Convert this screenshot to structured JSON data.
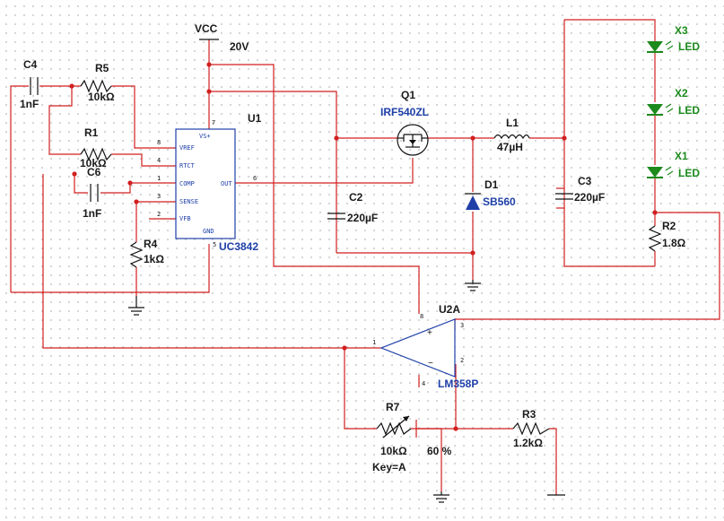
{
  "colors": {
    "wire": "#d21f1f",
    "ic": "#1e3fa8",
    "led": "#1c8a1c",
    "text": "#1a1a1a",
    "grid": "#c8c8c8"
  },
  "supply": {
    "name": "VCC",
    "value": "20V"
  },
  "u1": {
    "ref": "U1",
    "part": "UC3842",
    "pins": {
      "vs": "VS+",
      "vref": "VREF",
      "rtct": "RTCT",
      "comp": "COMP",
      "out": "OUT",
      "sense": "SENSE",
      "vfb": "VFB",
      "gnd": "GND"
    },
    "pin_numbers": {
      "vs": "7",
      "vref": "8",
      "rtct": "4",
      "comp": "1",
      "out": "6",
      "sense": "3",
      "vfb": "2",
      "gnd": "5"
    }
  },
  "q1": {
    "ref": "Q1",
    "part": "IRF540ZL"
  },
  "l1": {
    "ref": "L1",
    "value": "47µH"
  },
  "d1": {
    "ref": "D1",
    "part": "SB560"
  },
  "c2": {
    "ref": "C2",
    "value": "220µF"
  },
  "c3": {
    "ref": "C3",
    "value": "220µF"
  },
  "c4": {
    "ref": "C4",
    "value": "1nF"
  },
  "c6": {
    "ref": "C6",
    "value": "1nF"
  },
  "r1": {
    "ref": "R1",
    "value": "10kΩ"
  },
  "r2": {
    "ref": "R2",
    "value": "1.8Ω"
  },
  "r3": {
    "ref": "R3",
    "value": "1.2kΩ"
  },
  "r4": {
    "ref": "R4",
    "value": "1kΩ"
  },
  "r5": {
    "ref": "R5",
    "value": "10kΩ"
  },
  "r7": {
    "ref": "R7",
    "value": "10kΩ",
    "percent": "60 %",
    "key": "Key=A"
  },
  "u2a": {
    "ref": "U2A",
    "part": "LM358P",
    "pin_numbers": {
      "out": "1",
      "plus": "3",
      "minus": "2",
      "vplus": "8",
      "vminus": "4"
    }
  },
  "leds": [
    {
      "ref": "X3",
      "label": "LED"
    },
    {
      "ref": "X2",
      "label": "LED"
    },
    {
      "ref": "X1",
      "label": "LED"
    }
  ]
}
